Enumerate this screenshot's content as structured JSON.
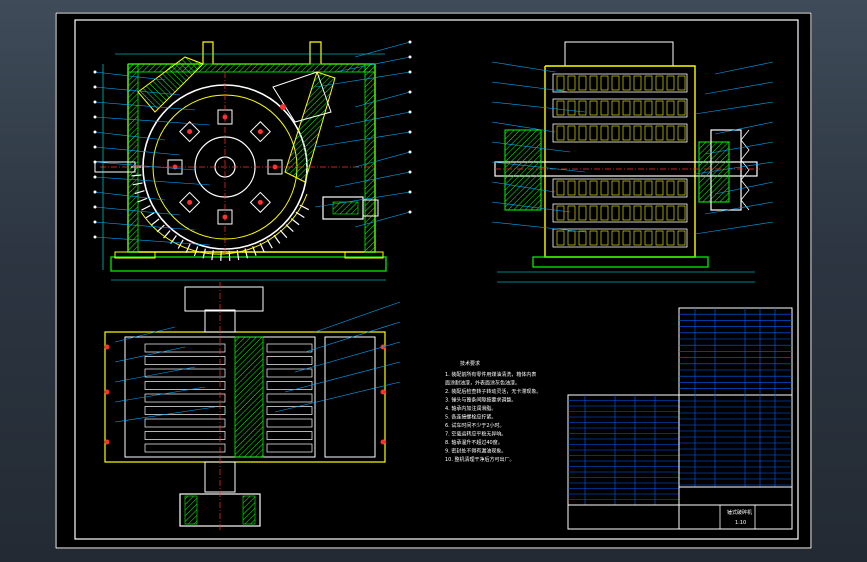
{
  "drawing": {
    "title_block": {
      "drawing_name": "锤式破碎机",
      "company": "",
      "scale_label": "1:10"
    },
    "tech_requirements": {
      "heading": "技术要求",
      "items": [
        "1. 装配前所有零件用煤油清洗，箱体内表",
        "   面涂耐油漆，外表面涂灰色油漆。",
        "2. 装配后检查转子转动灵活，无卡滞现象。",
        "3. 锤头与篦条间隙按要求调整。",
        "4. 轴承内加注润滑脂。",
        "5. 各连接螺栓应拧紧。",
        "6. 试车时间不少于2小时。",
        "7. 空载运转应平稳无异响。",
        "8. 轴承温升不超过40度。",
        "9. 密封处不得有漏油现象。",
        "10. 整机清理干净后方可出厂。"
      ]
    }
  },
  "colors": {
    "outline": "#ffff00",
    "frame": "#00ff00",
    "leader": "#00aaff",
    "dim": "#00ffff",
    "hatch": "#00ff00",
    "red": "#ff3030",
    "white": "#ffffff",
    "magenta": "#ff40ff",
    "blue": "#4060ff"
  }
}
